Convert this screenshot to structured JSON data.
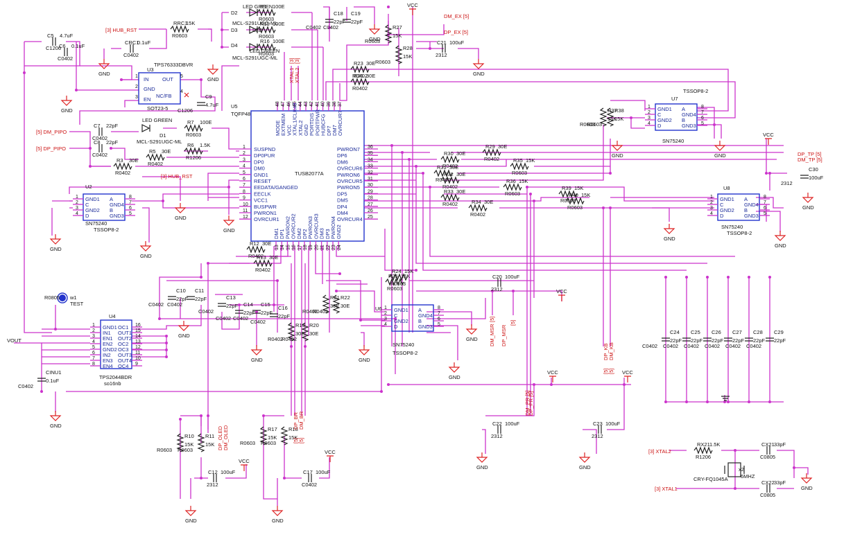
{
  "colors": {
    "wire": "#cc33cc",
    "ic_outline": "#2233cc",
    "power_symbol": "#dd2222",
    "pin_text": "#1a2a99",
    "net_label": "#cc1111",
    "component": "#222222"
  },
  "u5": {
    "ref": "U5",
    "pkg": "TQFP48",
    "part": "TUSB2077A",
    "top_pins": [
      "MODE",
      "EXTMEM",
      "VCC",
      "XTAL1/CLK48",
      "XTAL2",
      "GND",
      "PORTDIS",
      "PORTPWR",
      "HUBCFG",
      "DP7",
      "DM7",
      "OVRCUR7"
    ],
    "top_nums": [
      "48",
      "47",
      "46",
      "45",
      "44",
      "43",
      "42",
      "41",
      "40",
      "39",
      "38",
      "37"
    ],
    "left_pins": [
      "SUSPND",
      "DP0PUR",
      "DP0",
      "DM0",
      "GND1",
      "RESET",
      "EEDATA/GANGED",
      "EECLK",
      "VCC1",
      "BUSPWR",
      "PWRON1",
      "OVRCUR1"
    ],
    "left_nums": [
      "1",
      "2",
      "3",
      "4",
      "5",
      "6",
      "7",
      "8",
      "9",
      "10",
      "11",
      "12"
    ],
    "right_pins": [
      "PWRON7",
      "DP6",
      "DM6",
      "OVRCUR6",
      "PWRON6",
      "OVRCUR5",
      "PWRON5",
      "DP5",
      "DM5",
      "DP4",
      "DM4",
      "OVRCUR4"
    ],
    "right_nums": [
      "36",
      "35",
      "34",
      "33",
      "32",
      "31",
      "30",
      "29",
      "28",
      "27",
      "26",
      "25"
    ],
    "bottom_pins": [
      "DM1",
      "DP1",
      "PWRON2",
      "OVRCUR2",
      "DM2",
      "DP2",
      "PWRON3",
      "OVRCUR3",
      "DM3",
      "DP3",
      "PWRON4",
      "GND2"
    ],
    "bottom_nums": [
      "13",
      "14",
      "15",
      "16",
      "17",
      "18",
      "19",
      "20",
      "21",
      "22",
      "23",
      "24"
    ]
  },
  "u2": {
    "ref": "U2",
    "part": "SN75240",
    "pkg": "TSSOP8-2",
    "left": [
      "GND1",
      "C",
      "GND2",
      "D"
    ],
    "right": [
      "A",
      "GND4",
      "B",
      "GND3"
    ],
    "lnums": [
      "1",
      "2",
      "3",
      "4"
    ],
    "rnums": [
      "8",
      "7",
      "6",
      "5"
    ]
  },
  "u6": {
    "ref": "U6",
    "part": "SN75240",
    "pkg": "TSSOP8-2",
    "left": [
      "GND1",
      "C",
      "GND2",
      "D"
    ],
    "right": [
      "A",
      "GND4",
      "B",
      "GND3"
    ],
    "lnums": [
      "1",
      "2",
      "3",
      "4"
    ],
    "rnums": [
      "8",
      "7",
      "6",
      "5"
    ]
  },
  "u7": {
    "ref": "U7",
    "part": "SN75240",
    "pkg": "TSSOP8-2",
    "left": [
      "GND1",
      "C",
      "GND2",
      "D"
    ],
    "right": [
      "A",
      "GND4",
      "B",
      "GND3"
    ],
    "lnums": [
      "1",
      "2",
      "3",
      "4"
    ],
    "rnums": [
      "8",
      "7",
      "6",
      "5"
    ]
  },
  "u8": {
    "ref": "U8",
    "part": "SN75240",
    "pkg": "TSSOP8-2",
    "left": [
      "GND1",
      "C",
      "GND2",
      "D"
    ],
    "right": [
      "A",
      "GND4",
      "B",
      "GND3"
    ],
    "lnums": [
      "1",
      "2",
      "3",
      "4"
    ],
    "rnums": [
      "8",
      "7",
      "6",
      "5"
    ]
  },
  "u3": {
    "ref": "U3",
    "part": "TPS76333DBVR",
    "pkg": "SOT23-5",
    "left": [
      "IN",
      "GND",
      "EN"
    ],
    "right": [
      "OUT",
      "NC/FB"
    ],
    "lnums": [
      "1",
      "2",
      "3"
    ],
    "rnums": [
      "5",
      "4"
    ]
  },
  "u4": {
    "ref": "U4",
    "part": "TPS2044BDR",
    "pkg": "so16nb",
    "left": [
      "GND1",
      "IN1",
      "EN1",
      "EN2",
      "GND2",
      "IN2",
      "EN3",
      "EN4"
    ],
    "right": [
      "OC1",
      "OUT1",
      "OUT2",
      "OC2",
      "OC3",
      "OUT3",
      "OUT4",
      "OC4"
    ],
    "lnums": [
      "1",
      "2",
      "3",
      "4",
      "5",
      "6",
      "7",
      "8"
    ],
    "rnums": [
      "16",
      "15",
      "14",
      "13",
      "12",
      "11",
      "10",
      "9"
    ]
  },
  "leds": {
    "d1": [
      "D1",
      "LED GREEN",
      "MCL-S291UGC-ML"
    ],
    "d2": [
      "D2",
      "LED GREEN",
      "MCL-S291UGC-ML"
    ],
    "d3": [
      "D3",
      "LED"
    ],
    "d4": [
      "D4",
      "LED GREEN",
      "MCL-S291UGC-ML"
    ]
  },
  "xtal": {
    "ref": "x2",
    "freq": "6MHZ",
    "part": "CRY-FQ1045A"
  },
  "testpoint": {
    "ref": "w1",
    "name": "TEST",
    "pkg": "R0805"
  },
  "net_labels": {
    "hub_rst_top": "[3] HUB_RST",
    "hub_rst_mid": "[3] HUB_RST",
    "dm_pipo": "[5] DM_PIPO",
    "dp_pipo": "[5] DP_PIPO",
    "dm_ex": "DM_EX [5]",
    "dp_ex": "DP_EX [5]",
    "dp_tp": "DP_TP [5]",
    "dm_tp": "DM_TP [5]",
    "xtal2_in": "[3] XTAL2",
    "xtal1_in": "[3] XTAL1",
    "xtal1_v": "XTAL1",
    "xtal2_v": "XTAL2",
    "b3": "[3]",
    "b3b": "[3]",
    "dm_msr": "DM_MSR",
    "dp_msr": "DP_MSR",
    "b5": "[5]",
    "b5b": "[5]",
    "dm_pr": "DM_PR [5]",
    "dp_pr": "DP_PR [5]",
    "dp_kb": "DP_KB",
    "dm_kb": "DM_KB",
    "b5c": "[5]",
    "b5d": "[5]",
    "dp_br": "DP_BR",
    "dm_br": "DM_BR",
    "b5e": "[5]",
    "b5f": "[5]",
    "dp_oled": "DP_OLED",
    "dm_oled": "DM_OLED",
    "vout": "VOUT"
  },
  "power": {
    "vcc": "VCC",
    "gnd": "GND"
  },
  "components": [
    [
      "R1",
      "100E",
      "R0603"
    ],
    [
      "R15",
      "100E",
      "R0603"
    ],
    [
      "R16",
      "100E",
      "R0603"
    ],
    [
      "C18",
      "22pF",
      "C0402"
    ],
    [
      "C19",
      "22pF",
      "C0402"
    ],
    [
      "R27",
      "15K",
      "R0603"
    ],
    [
      "R28",
      "15K",
      "R0603"
    ],
    [
      "C21",
      "100uF",
      "2312"
    ],
    [
      "RRC1",
      "15K",
      "R0603"
    ],
    [
      "CRC1",
      "0.1uF",
      "C0402"
    ],
    [
      "C5",
      "4.7uF",
      "C1206"
    ],
    [
      "C6",
      "0.1uF",
      "C0402"
    ],
    [
      "C9",
      "4.7uF",
      "C1206"
    ],
    [
      "R23",
      "30E",
      "R0402"
    ],
    [
      "R26",
      "30E",
      "R0402"
    ],
    [
      "R37",
      "15K",
      "R0603"
    ],
    [
      "R38",
      "15K",
      "R0603"
    ],
    [
      "R7",
      "100E",
      "R0603"
    ],
    [
      "C7",
      "22pF",
      "C0402"
    ],
    [
      "C8",
      "22pF",
      "C0402"
    ],
    [
      "R3",
      "30E",
      "R0402"
    ],
    [
      "R5",
      "30E",
      "R0402"
    ],
    [
      "R6",
      "1.5K",
      "R1206"
    ],
    [
      "R29",
      "30E",
      "R0402"
    ],
    [
      "R30",
      "30E",
      "R0402"
    ],
    [
      "R35",
      "15K",
      "R0603"
    ],
    [
      "R31",
      "30E",
      "R0402"
    ],
    [
      "R32",
      "30E",
      "R0402"
    ],
    [
      "R36",
      "15K",
      "R0603"
    ],
    [
      "R39",
      "15K",
      "R0603"
    ],
    [
      "R40",
      "15K",
      "R0603"
    ],
    [
      "R33",
      "30E",
      "R0402"
    ],
    [
      "R34",
      "30E",
      "R0402"
    ],
    [
      "C30",
      "100uF",
      "2312"
    ],
    [
      "R12",
      "30E",
      "R0402"
    ],
    [
      "R13",
      "30E",
      "R0402"
    ],
    [
      "C10",
      "22pF",
      "C0402"
    ],
    [
      "C11",
      "22pF",
      "C0402"
    ],
    [
      "C13",
      "22pF",
      "C0402"
    ],
    [
      "C14",
      "22pF",
      "C0402"
    ],
    [
      "C15",
      "22pF",
      "C0402"
    ],
    [
      "C16",
      "22pF",
      "C0402"
    ],
    [
      "R19",
      "30E",
      "R0402"
    ],
    [
      "R20",
      "30E",
      "R0402"
    ],
    [
      "R21",
      "30E",
      "R0402"
    ],
    [
      "R22",
      "30E",
      "R0402"
    ],
    [
      "R24",
      "15K",
      "R0603"
    ],
    [
      "R25",
      "15K",
      "R0603"
    ],
    [
      "C20",
      "100uF",
      "2312"
    ],
    [
      "C24",
      "22pF",
      "C0402"
    ],
    [
      "C25",
      "22pF",
      "C0402"
    ],
    [
      "C26",
      "22pF",
      "C0402"
    ],
    [
      "C27",
      "22pF",
      "C0402"
    ],
    [
      "C28",
      "22pF",
      "C0402"
    ],
    [
      "C29",
      "22pF",
      "C0402"
    ],
    [
      "CINU1",
      "0.1uF",
      "C0402"
    ],
    [
      "R10",
      "15K",
      "R0603"
    ],
    [
      "R11",
      "15K",
      "R0603"
    ],
    [
      "C12",
      "100uF",
      "2312"
    ],
    [
      "R17",
      "15K",
      "R0603"
    ],
    [
      "R18",
      "15K",
      "R0603"
    ],
    [
      "C17",
      "100uF",
      "C0402"
    ],
    [
      "C22",
      "100uF",
      "2312"
    ],
    [
      "C23",
      "100uF",
      "2312"
    ],
    [
      "RX21",
      "1.5K",
      "R1206"
    ],
    [
      "CX21",
      "33pF",
      "C0805"
    ],
    [
      "CX22",
      "33pF",
      "C0805"
    ]
  ]
}
